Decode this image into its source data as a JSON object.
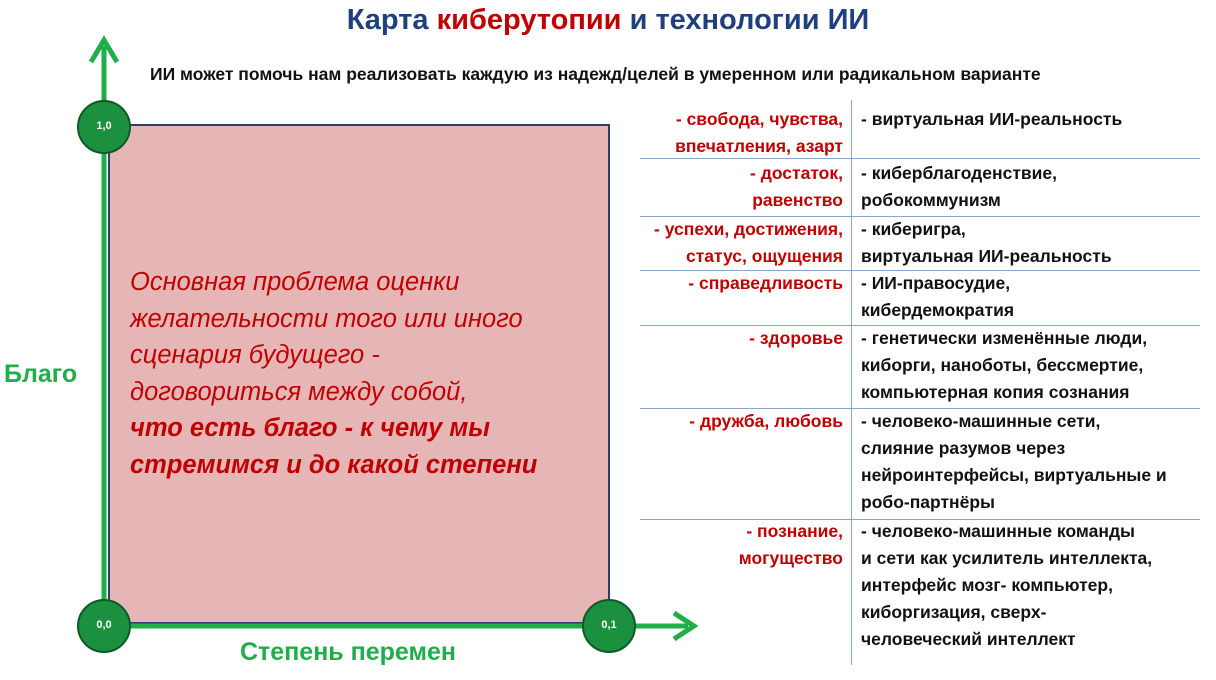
{
  "header": {
    "title_part1": "Карта ",
    "title_accent": "киберутопии",
    "title_part2": " и технологии ИИ",
    "subtitle": "ИИ может помочь нам реализовать каждую из надежд/целей в умеренном или радикальном варианте"
  },
  "axes": {
    "y_label": "Благо",
    "x_label": "Степень перемен",
    "origin_label": "0,0",
    "y_top_label": "1,0",
    "x_end_label": "0,1"
  },
  "problem": {
    "lines_normal": [
      "Основная проблема оценки",
      "желательности того или иного",
      "сценария будущего -",
      "договориться между собой,"
    ],
    "lines_bold": [
      "что есть благо - к чему мы",
      "стремимся и до какой степени"
    ]
  },
  "table": {
    "rows": [
      {
        "left": [
          "- свобода, чувства,",
          "впечатления, азарт"
        ],
        "right": [
          "- виртуальная ИИ-реальность"
        ]
      },
      {
        "left": [
          "- достаток,",
          "равенство"
        ],
        "right": [
          "- киберблагоденствие,",
          "робокоммунизм"
        ]
      },
      {
        "left": [
          "- успехи, достижения,",
          "статус, ощущения"
        ],
        "right": [
          "- кибериrpa,",
          "виртуальная ИИ-реальность"
        ]
      },
      {
        "left": [
          "- справедливость"
        ],
        "right": [
          "- ИИ-правосудие,",
          "кибердемократия"
        ]
      },
      {
        "left": [
          "- здоровье"
        ],
        "right": [
          "- генетически изменённые люди,",
          "киборги, наноботы, бессмертие,",
          "компьютерная копия сознания"
        ]
      },
      {
        "left": [
          "- дружба, любовь"
        ],
        "right": [
          "- человеко-машинные сети,",
          "слияние разумов через",
          "нейроинтерфейсы, виртуальные и",
          "робо-партнёры"
        ]
      },
      {
        "left": [
          "- познание,",
          "могущество"
        ],
        "right": [
          "- человеко-машинные команды",
          "и сети как усилитель интеллекта,",
          "интерфейс мозг- компьютер,",
          "киборгизация, сверх-",
          "человеческий интеллект"
        ]
      }
    ]
  }
}
